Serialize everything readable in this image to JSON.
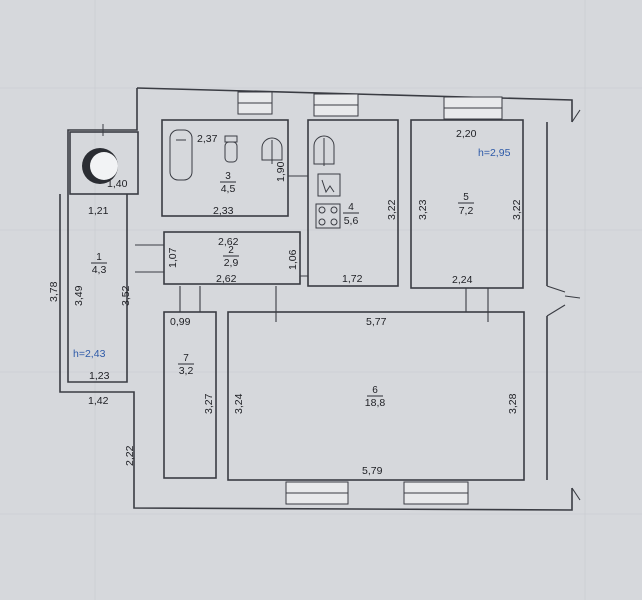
{
  "rooms": [
    {
      "number": "1",
      "area": "4,3"
    },
    {
      "number": "2",
      "area": "2,9"
    },
    {
      "number": "3",
      "area": "4,5"
    },
    {
      "number": "4",
      "area": "5,6"
    },
    {
      "number": "5",
      "area": "7,2"
    },
    {
      "number": "6",
      "area": "18,8"
    },
    {
      "number": "7",
      "area": "3,2"
    }
  ],
  "heights": [
    "h=2,95",
    "h=2,43"
  ],
  "dimensions": [
    "2,37",
    "1,90",
    "2,33",
    "3,22",
    "2,20",
    "3,23",
    "3,22",
    "1,40",
    "1,21",
    "3,78",
    "3,49",
    "3,52",
    "1,23",
    "1,42",
    "2,22",
    "2,62",
    "1,07",
    "1,06",
    "2,62",
    "1,72",
    "2,24",
    "0,99",
    "5,77",
    "3,27",
    "3,24",
    "3,28",
    "5,79"
  ],
  "colors": {
    "background": "#d6d8dc",
    "wall": "#3a3c43",
    "label": "#1e1f24",
    "height_label": "#2e5aa8"
  },
  "icons": [
    "bathtub-icon",
    "toilet-icon",
    "sink-icon",
    "stove-icon",
    "column-icon"
  ]
}
